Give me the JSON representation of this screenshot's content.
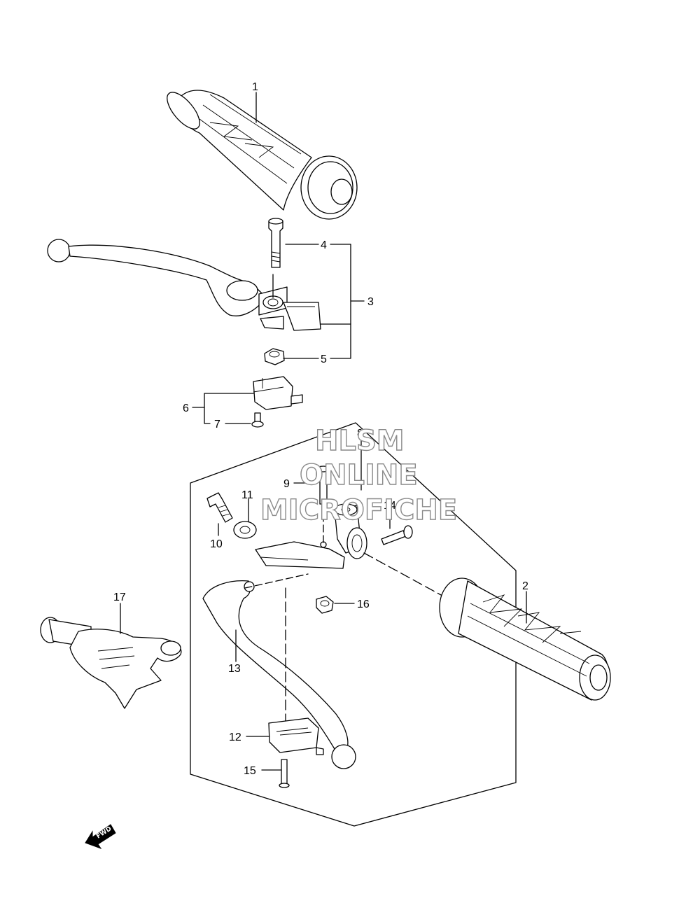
{
  "callouts": [
    "1",
    "2",
    "3",
    "4",
    "5",
    "6",
    "7",
    "8",
    "9",
    "10",
    "11",
    "12",
    "13",
    "14",
    "15",
    "16",
    "17"
  ],
  "watermark": {
    "line1": "HLSM",
    "line2": "ONLINE",
    "line3": "MICROFICHE"
  },
  "direction_arrow": {
    "label": "FWD",
    "icon": "forward-arrow-icon"
  },
  "colors": {
    "line": "#000000",
    "watermark_outline": "#8a8a8a",
    "background": "#ffffff"
  }
}
